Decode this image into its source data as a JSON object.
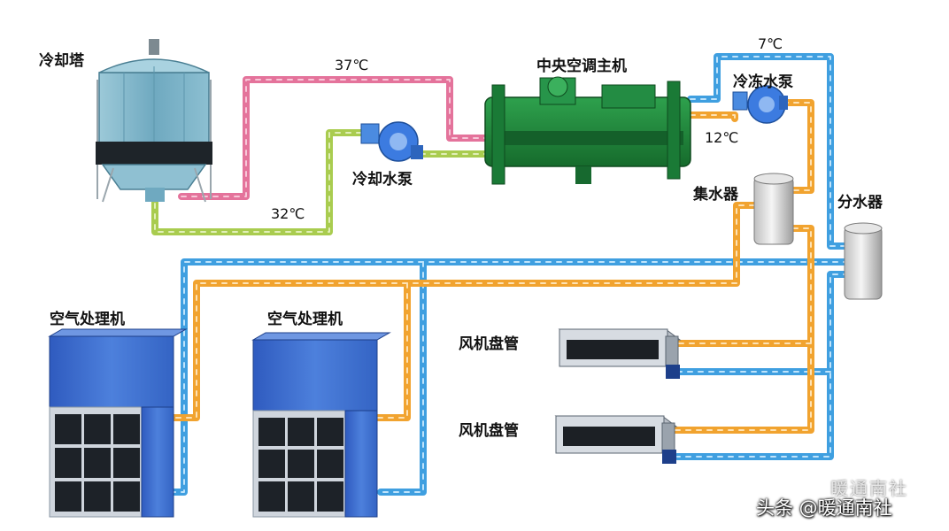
{
  "labels": {
    "cooling_tower": "冷却塔",
    "chiller": "中央空调主机",
    "cooling_pump": "冷却水泵",
    "chilled_pump": "冷冻水泵",
    "collector": "集水器",
    "distributor": "分水器",
    "ahu_1": "空气处理机",
    "ahu_2": "空气处理机",
    "fcu_1": "风机盘管",
    "fcu_2": "风机盘管"
  },
  "temperatures": {
    "cooling_supply": "37℃",
    "cooling_return": "32℃",
    "chilled_supply": "7℃",
    "chilled_return": "12℃"
  },
  "watermark": {
    "brand": "头条 @暖通南社",
    "faint": "暖通南社"
  },
  "colors": {
    "cooling_hot_pipe": "#e4739b",
    "cooling_cool_pipe": "#a9cc4f",
    "chilled_supply_pipe": "#3f9fe0",
    "chilled_return_pipe": "#f1a32f",
    "chiller_body": "#1f8a3b",
    "tower_body": "#7fb6c9",
    "ahu_panel": "#3f6fcf"
  }
}
